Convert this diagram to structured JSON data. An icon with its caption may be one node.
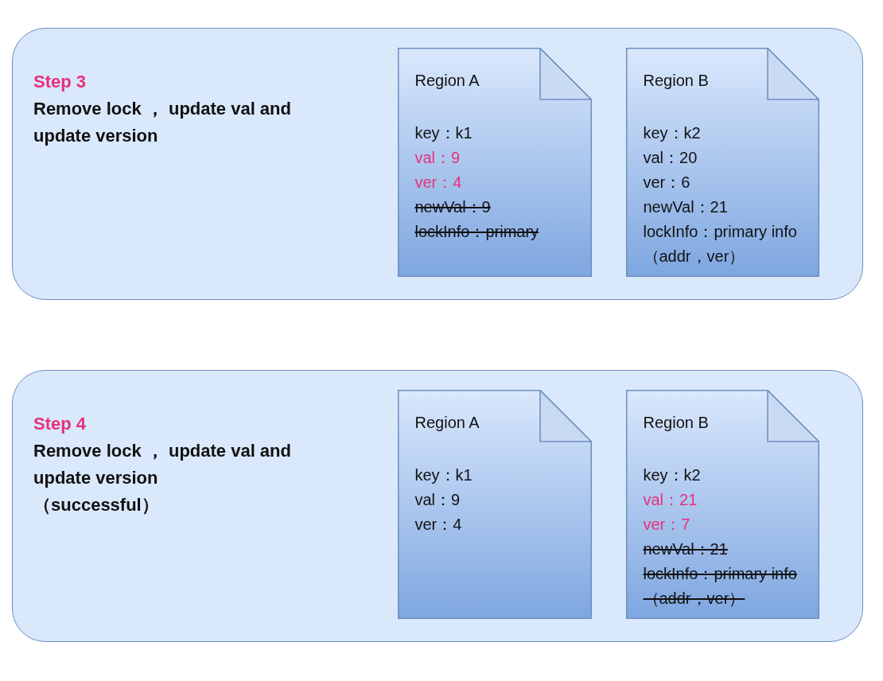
{
  "diagram": {
    "nodes": [
      {
        "text": [
          "Step 3",
          "Remove lock ， update val and update version"
        ]
      },
      {
        "text": [
          "Region A",
          "key：k1",
          "val：9",
          "ver：4",
          "newVal：9",
          "lockInfo：primary"
        ],
        "in": 0
      },
      {
        "text": [
          "Region B",
          "key：k2",
          "val：20",
          "ver：6",
          "newVal：21",
          "lockInfo：primary info（addr，ver）"
        ],
        "in": 0
      },
      {
        "text": [
          "Step 4",
          "Remove lock ， update val and update version",
          "（successful）"
        ]
      },
      {
        "text": [
          "Region A",
          "key：k1",
          "val：9",
          "ver：4"
        ],
        "in": 3
      },
      {
        "text": [
          "Region B",
          "key：k2",
          "val：21",
          "ver：7",
          "newVal：21",
          "lockInfo：primary info（addr，ver）"
        ],
        "in": 3
      }
    ]
  }
}
